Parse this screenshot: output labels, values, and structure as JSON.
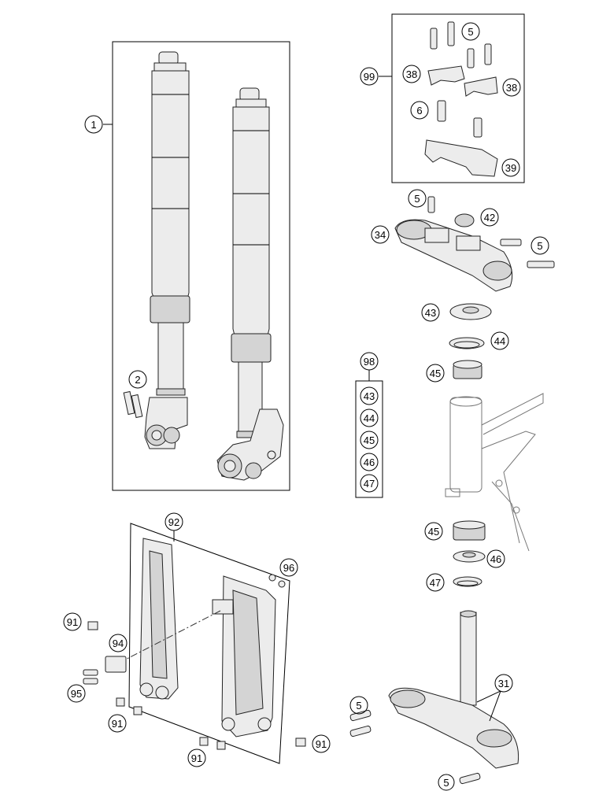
{
  "callouts": {
    "c1": "1",
    "c2": "2",
    "c5a": "5",
    "c5b": "5",
    "c5c": "5",
    "c5d": "5",
    "c5e": "5",
    "c6": "6",
    "c99": "99",
    "c38a": "38",
    "c38b": "38",
    "c39": "39",
    "c42": "42",
    "c34": "34",
    "c43": "43",
    "c44": "44",
    "c45a": "45",
    "c45b": "45",
    "c46": "46",
    "c47": "47",
    "c98": "98",
    "k43": "43",
    "k44": "44",
    "k45": "45",
    "k46": "46",
    "k47": "47",
    "c92": "92",
    "c96": "96",
    "c91a": "91",
    "c91b": "91",
    "c91c": "91",
    "c91d": "91",
    "c94": "94",
    "c95": "95",
    "c31": "31"
  }
}
